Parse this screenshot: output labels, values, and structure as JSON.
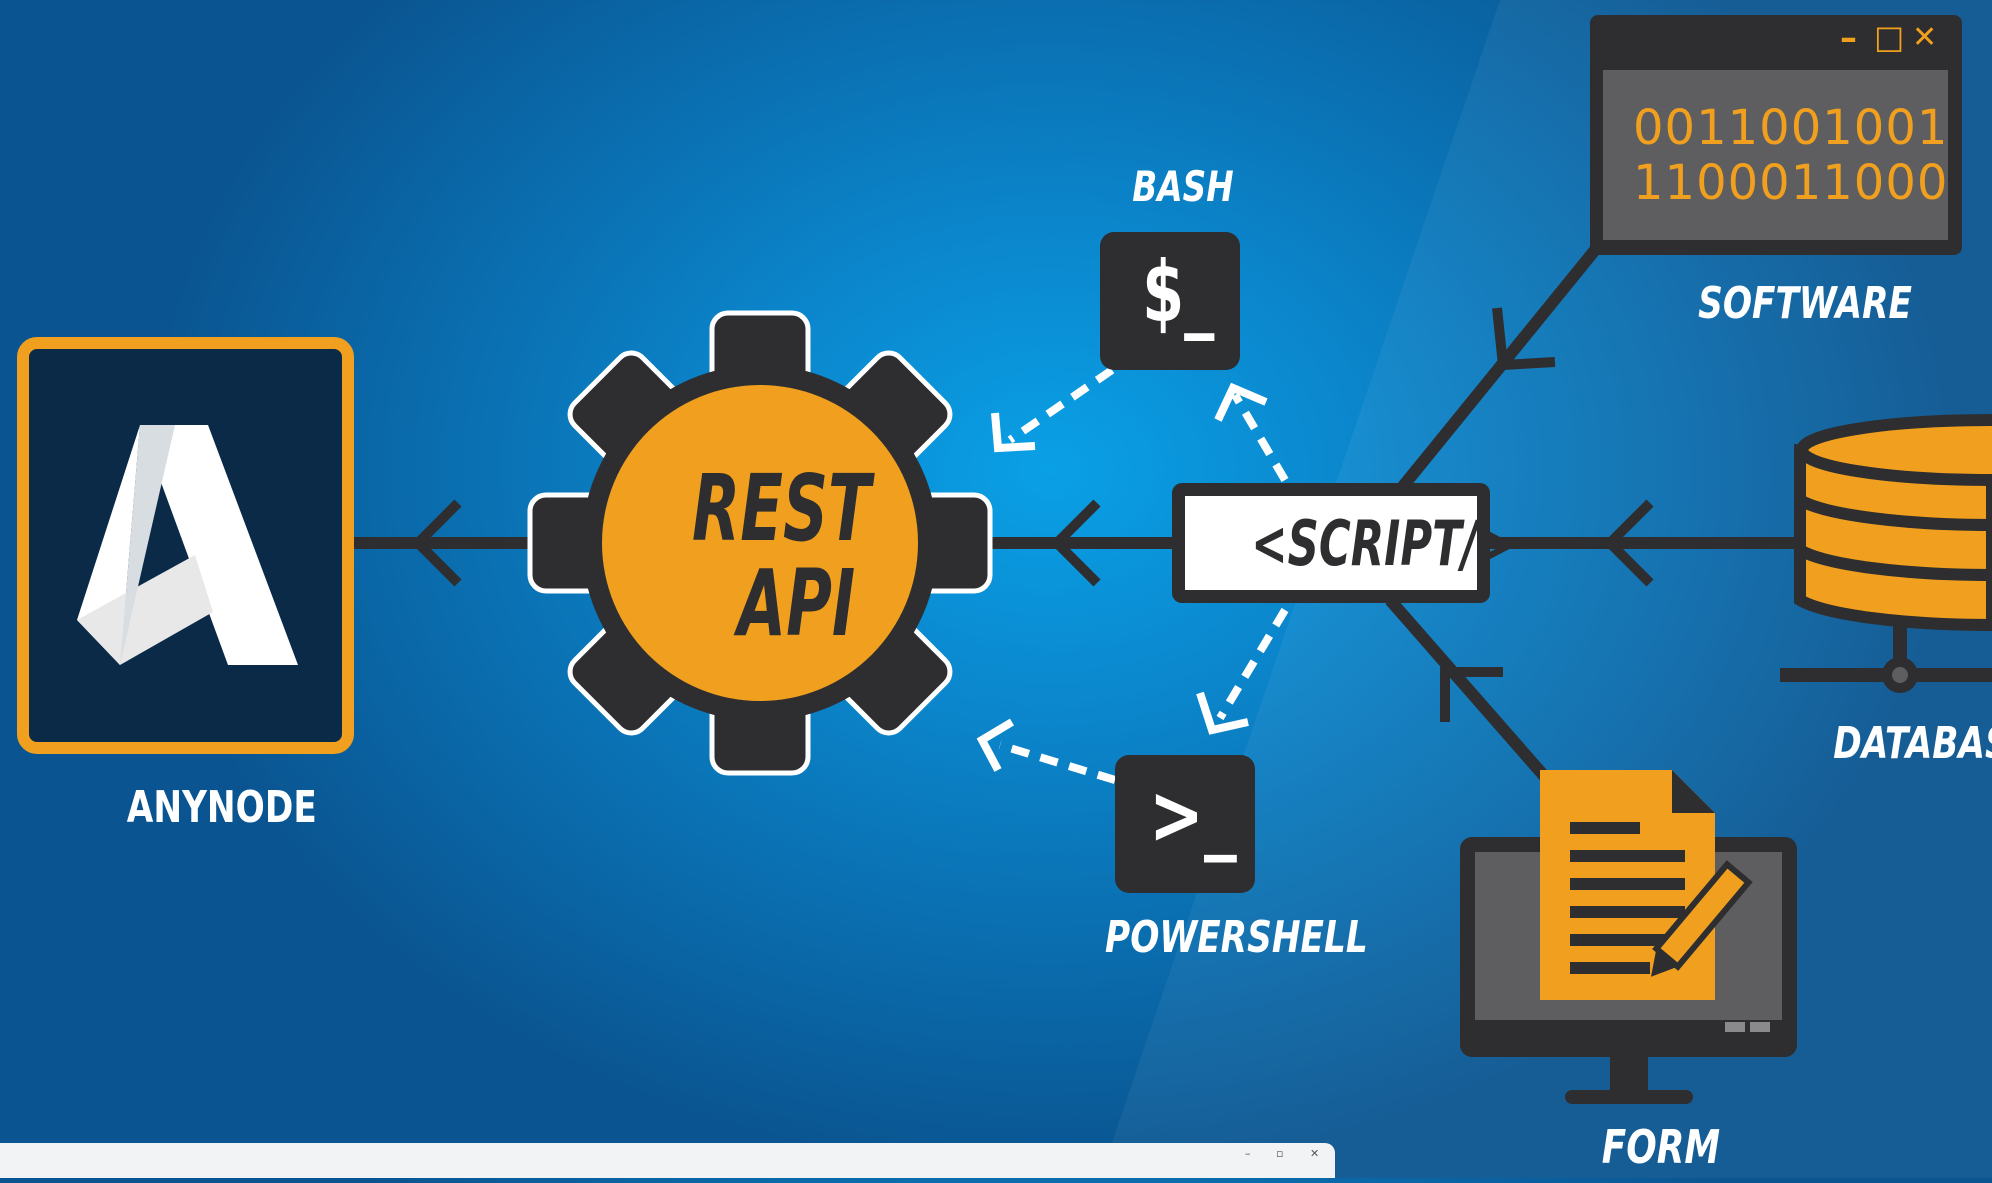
{
  "nodes": {
    "anynode": {
      "label": "ANYNODE"
    },
    "rest_api": {
      "line1": "REST",
      "line2": "API"
    },
    "bash": {
      "label": "BASH",
      "icon_text": "$_"
    },
    "powershell": {
      "label": "POWERSHELL",
      "icon_text": ">_"
    },
    "script": {
      "label": "<SCRIPT/>"
    },
    "software": {
      "label": "SOFTWARE",
      "binary_line1": "0011001001",
      "binary_line2": "1100011000"
    },
    "database": {
      "label": "DATABASE"
    },
    "form": {
      "label": "FORM"
    }
  },
  "window_controls": {
    "minimize": "–",
    "maximize": "□",
    "close": "✕"
  },
  "taskbar_controls": {
    "minimize": "–",
    "maximize": "▫",
    "close": "✕"
  },
  "colors": {
    "orange": "#f0a01e",
    "dark": "#2e2e30",
    "navy": "#0a2a48",
    "white": "#ffffff",
    "background": "#0b86cc"
  }
}
